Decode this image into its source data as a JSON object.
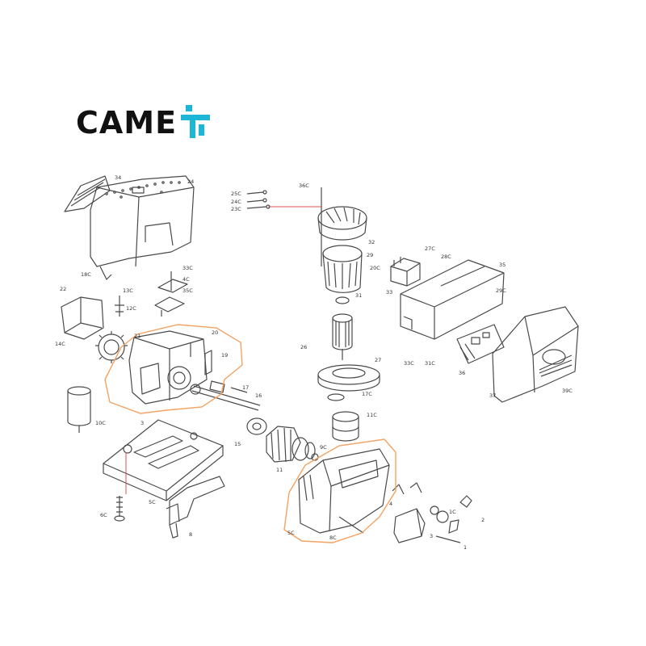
{
  "brand": {
    "name": "CAME",
    "ink_color": "#111111",
    "mark_color": "#1eb6d6",
    "mark_icon": "came-t-icon"
  },
  "colors": {
    "line": "#4a4a4a",
    "highlight": "#f4a261",
    "leader_red": "#d9534f"
  },
  "callouts": [
    {
      "id": "cover-part",
      "label": "24"
    },
    {
      "id": "vent-part",
      "label": "34"
    },
    {
      "id": "screw-left",
      "label": "18C"
    },
    {
      "id": "shroud-part",
      "label": "22"
    },
    {
      "id": "screw-far-left",
      "label": "14C"
    },
    {
      "id": "bracket-a",
      "label": "33C"
    },
    {
      "id": "bracket-b",
      "label": "4C"
    },
    {
      "id": "bracket-c",
      "label": "35C"
    },
    {
      "id": "bolt-13c",
      "label": "13C"
    },
    {
      "id": "bolt-12c",
      "label": "12C"
    },
    {
      "id": "gear-21",
      "label": "21"
    },
    {
      "id": "housing-20",
      "label": "20"
    },
    {
      "id": "part-19",
      "label": "19"
    },
    {
      "id": "part-17",
      "label": "17"
    },
    {
      "id": "shaft-16",
      "label": "16"
    },
    {
      "id": "capacitor-10c",
      "label": "10C"
    },
    {
      "id": "plate-3",
      "label": "3"
    },
    {
      "id": "pulley-15",
      "label": "15"
    },
    {
      "id": "bolt-6c",
      "label": "6C"
    },
    {
      "id": "bracket-5c",
      "label": "5C"
    },
    {
      "id": "foot-8",
      "label": "8"
    },
    {
      "id": "screw-36c",
      "label": "36C"
    },
    {
      "id": "screw-25c",
      "label": "25C"
    },
    {
      "id": "screw-24c",
      "label": "24C"
    },
    {
      "id": "screw-23c",
      "label": "23C"
    },
    {
      "id": "fan-32",
      "label": "32"
    },
    {
      "id": "stator-29",
      "label": "29"
    },
    {
      "id": "ring-31",
      "label": "31"
    },
    {
      "id": "rotor-27",
      "label": "27"
    },
    {
      "id": "disc-26",
      "label": "26"
    },
    {
      "id": "part-17c",
      "label": "17C"
    },
    {
      "id": "part-11c",
      "label": "11C"
    },
    {
      "id": "part-11",
      "label": "11"
    },
    {
      "id": "part-9c",
      "label": "9C"
    },
    {
      "id": "transformer-33",
      "label": "33"
    },
    {
      "id": "board-36",
      "label": "36"
    },
    {
      "id": "box-35",
      "label": "35"
    },
    {
      "id": "lid-37",
      "label": "37"
    },
    {
      "id": "screw-39c",
      "label": "39C"
    },
    {
      "id": "part-27c",
      "label": "27C"
    },
    {
      "id": "part-28c",
      "label": "28C"
    },
    {
      "id": "part-20c",
      "label": "20C"
    },
    {
      "id": "part-29c",
      "label": "29C"
    },
    {
      "id": "part-31c",
      "label": "31C"
    },
    {
      "id": "part-33c",
      "label": "33C"
    },
    {
      "id": "part-1c",
      "label": "1C"
    },
    {
      "id": "part-4",
      "label": "4"
    },
    {
      "id": "part-3",
      "label": "3"
    },
    {
      "id": "part-2",
      "label": "2"
    },
    {
      "id": "part-1",
      "label": "1"
    },
    {
      "id": "part-5c",
      "label": "5C"
    },
    {
      "id": "part-8c",
      "label": "8C"
    }
  ]
}
